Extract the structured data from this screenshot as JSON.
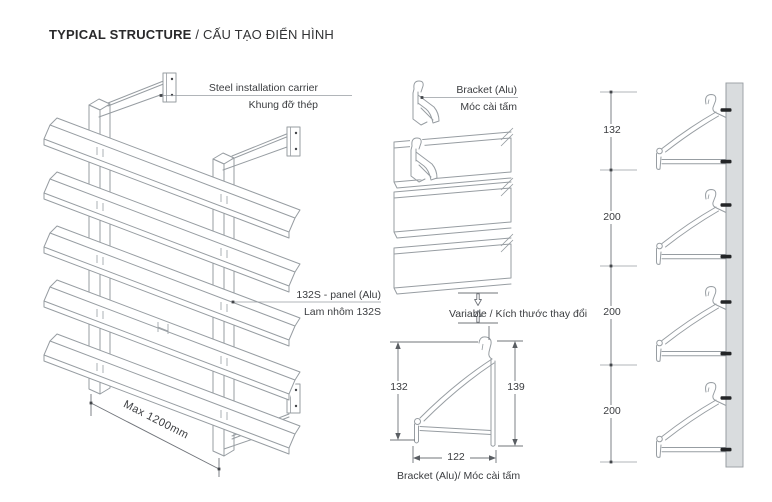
{
  "title": {
    "en": "TYPICAL STRUCTURE",
    "sep": " / ",
    "vi": "CẤU TẠO ĐIỂN HÌNH"
  },
  "labels": {
    "steel_carrier": {
      "en": "Steel installation carrier",
      "vi": "Khung đỡ thép"
    },
    "bracket": {
      "en": "Bracket (Alu)",
      "vi": "Móc cài tấm"
    },
    "panel": {
      "en": "132S - panel (Alu)",
      "vi": "Lam nhôm 132S"
    },
    "variable": "Variable / Kích thước thay đổi",
    "bracket_caption": "Bracket (Alu)/ Móc cài tấm",
    "max_width": "Max 1200mm"
  },
  "dimensions": {
    "profile": {
      "height_left": "132",
      "height_right": "139",
      "width": "122"
    },
    "spacing": [
      "132",
      "200",
      "200",
      "200"
    ]
  },
  "colors": {
    "line": "#979da2",
    "text": "#3b3d40",
    "wall_fill": "#d9dcde",
    "bolt": "#232527"
  }
}
